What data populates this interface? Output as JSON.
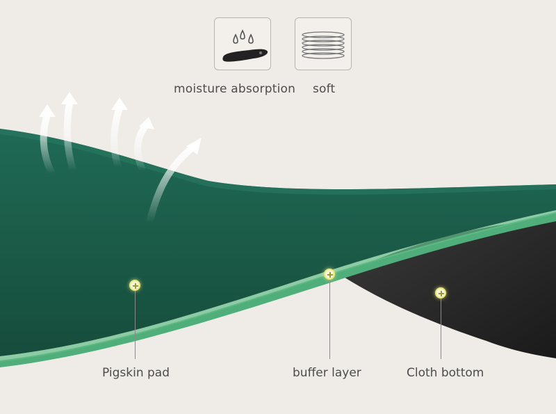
{
  "features": [
    {
      "label": "moisture absorption",
      "icon": "insole-droplets-icon"
    },
    {
      "label": "soft",
      "icon": "cushion-layers-icon"
    }
  ],
  "callouts": [
    {
      "label": "Pigskin pad"
    },
    {
      "label": "buffer layer"
    },
    {
      "label": "Cloth bottom"
    }
  ],
  "colors": {
    "background": "#efece8",
    "insole_green": "#1d5c4a",
    "buffer_green": "#4fae7a",
    "cloth_black": "#262626"
  }
}
